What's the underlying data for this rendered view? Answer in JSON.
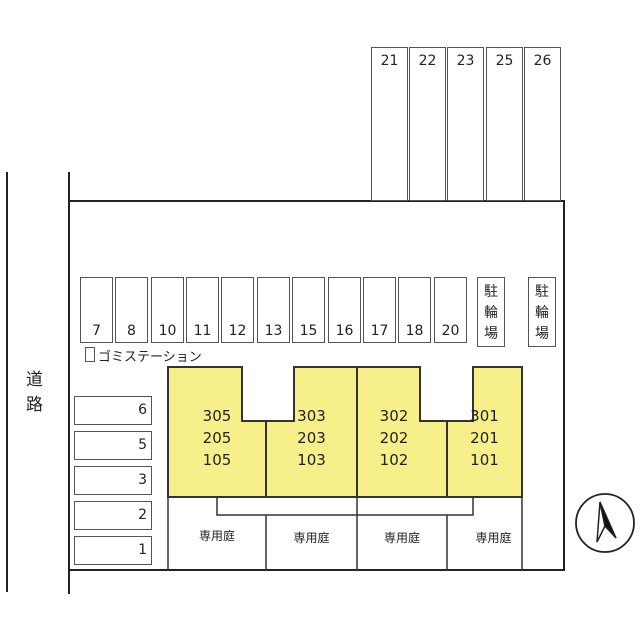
{
  "road": {
    "label_line1": "道",
    "label_line2": "路"
  },
  "top_parking": [
    "21",
    "22",
    "23",
    "25",
    "26"
  ],
  "middle_parking": [
    "7",
    "8",
    "10",
    "11",
    "12",
    "13",
    "15",
    "16",
    "17",
    "18",
    "20"
  ],
  "bike_parking": [
    {
      "line1": "駐",
      "line2": "輪",
      "line3": "場"
    },
    {
      "line1": "駐",
      "line2": "輪",
      "line3": "場"
    }
  ],
  "garbage_station": "ゴミステーション",
  "left_parking": [
    "6",
    "5",
    "3",
    "2",
    "1"
  ],
  "units": [
    {
      "top": "305",
      "mid": "205",
      "bot": "105"
    },
    {
      "top": "303",
      "mid": "203",
      "bot": "103"
    },
    {
      "top": "302",
      "mid": "202",
      "bot": "102"
    },
    {
      "top": "301",
      "mid": "201",
      "bot": "101"
    }
  ],
  "gardens": [
    "専用庭",
    "専用庭",
    "専用庭",
    "専用庭"
  ],
  "colors": {
    "building": "#f7f08a",
    "lines": "#222222"
  },
  "icons": {
    "compass": "north-arrow-icon"
  }
}
